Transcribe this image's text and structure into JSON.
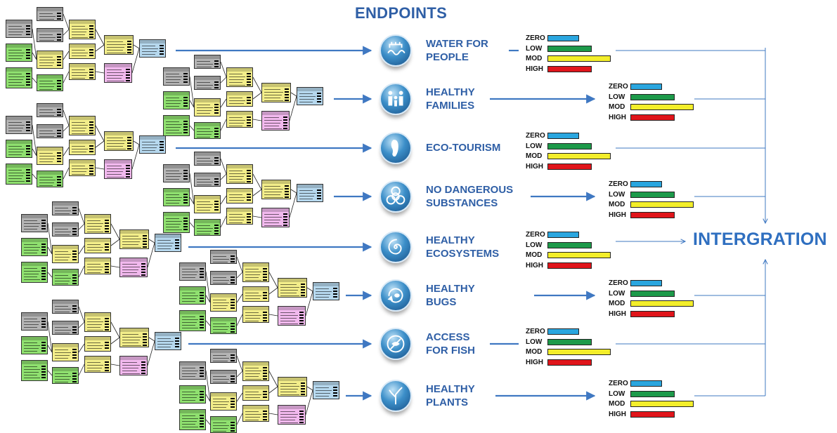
{
  "title": "ENDPOINTS",
  "integration_label": "INTERGRATION",
  "level_labels": [
    "ZERO",
    "LOW",
    "MOD",
    "HIGH"
  ],
  "colors": {
    "title": "#2f5fa6",
    "arrow": "#3f78c2",
    "integration": "#2f6fc0",
    "zero": "#2aa6df",
    "low": "#1d9a4a",
    "mod": "#f3ee2a",
    "high": "#e0151b",
    "node_gray": "#b4b4b4",
    "node_green": "#8fe06f",
    "node_yellow": "#f3ee8a",
    "node_pink": "#f2b9ee",
    "node_blue": "#b6d8ee"
  },
  "endpoints": [
    {
      "line1": "WATER FOR",
      "line2": "PEOPLE",
      "icon": "water-icon",
      "levels": [
        0.2,
        0.28,
        0.4,
        0.28
      ]
    },
    {
      "line1": "HEALTHY",
      "line2": "FAMILIES",
      "icon": "family-icon",
      "levels": [
        0.2,
        0.28,
        0.4,
        0.28
      ]
    },
    {
      "line1": "ECO-TOURISM",
      "line2": "",
      "icon": "footprint-icon",
      "levels": [
        0.2,
        0.28,
        0.4,
        0.28
      ]
    },
    {
      "line1": "NO DANGEROUS",
      "line2": "SUBSTANCES",
      "icon": "biohazard-icon",
      "levels": [
        0.2,
        0.28,
        0.4,
        0.28
      ]
    },
    {
      "line1": "HEALTHY",
      "line2": "ECOSYSTEMS",
      "icon": "spiral-icon",
      "levels": [
        0.2,
        0.28,
        0.4,
        0.28
      ]
    },
    {
      "line1": "HEALTHY",
      "line2": "BUGS",
      "icon": "bug-icon",
      "levels": [
        0.2,
        0.28,
        0.4,
        0.28
      ]
    },
    {
      "line1": "ACCESS",
      "line2": "FOR FISH",
      "icon": "fish-icon",
      "levels": [
        0.2,
        0.28,
        0.4,
        0.28
      ]
    },
    {
      "line1": "HEALTHY",
      "line2": "PLANTS",
      "icon": "plant-icon",
      "levels": [
        0.2,
        0.28,
        0.4,
        0.28
      ]
    }
  ]
}
